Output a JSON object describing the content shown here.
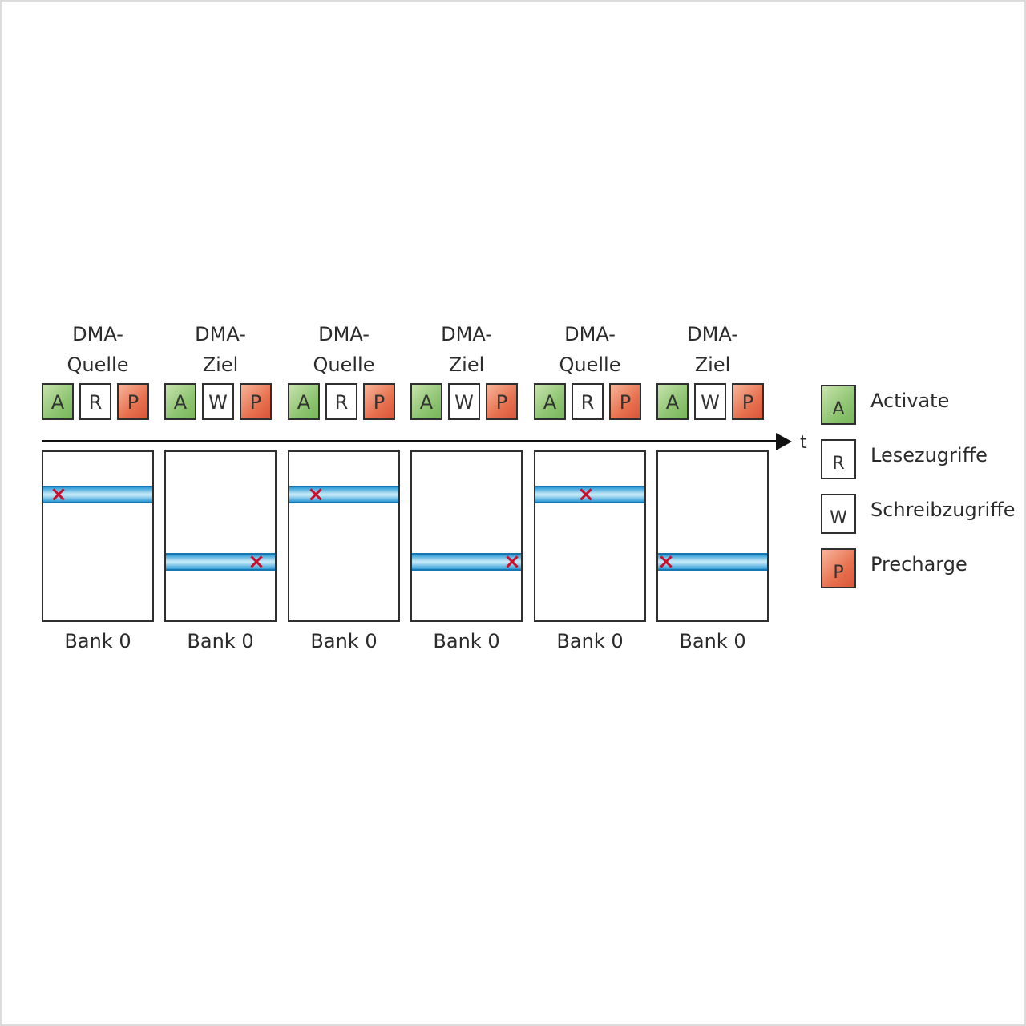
{
  "columns": [
    {
      "title_line1": "DMA-",
      "title_line2": "Quelle",
      "cmds": [
        "A",
        "R",
        "P"
      ],
      "bank_label": "Bank 0"
    },
    {
      "title_line1": "DMA-",
      "title_line2": "Ziel",
      "cmds": [
        "A",
        "W",
        "P"
      ],
      "bank_label": "Bank 0"
    },
    {
      "title_line1": "DMA-",
      "title_line2": "Quelle",
      "cmds": [
        "A",
        "R",
        "P"
      ],
      "bank_label": "Bank 0"
    },
    {
      "title_line1": "DMA-",
      "title_line2": "Ziel",
      "cmds": [
        "A",
        "W",
        "P"
      ],
      "bank_label": "Bank 0"
    },
    {
      "title_line1": "DMA-",
      "title_line2": "Quelle",
      "cmds": [
        "A",
        "R",
        "P"
      ],
      "bank_label": "Bank 0"
    },
    {
      "title_line1": "DMA-",
      "title_line2": "Ziel",
      "cmds": [
        "A",
        "W",
        "P"
      ],
      "bank_label": "Bank 0"
    }
  ],
  "axis": {
    "label": "t"
  },
  "legend": [
    {
      "key": "A",
      "label": "Activate"
    },
    {
      "key": "R",
      "label": "Lesezugriffe"
    },
    {
      "key": "W",
      "label": "Schreibzugriffe"
    },
    {
      "key": "P",
      "label": "Precharge"
    }
  ],
  "marker": {
    "glyph": "×",
    "color": "#c8102e"
  },
  "colors": {
    "activate": "#8fc572",
    "precharge": "#e7714f",
    "row_highlight": "#2c9ad6"
  }
}
